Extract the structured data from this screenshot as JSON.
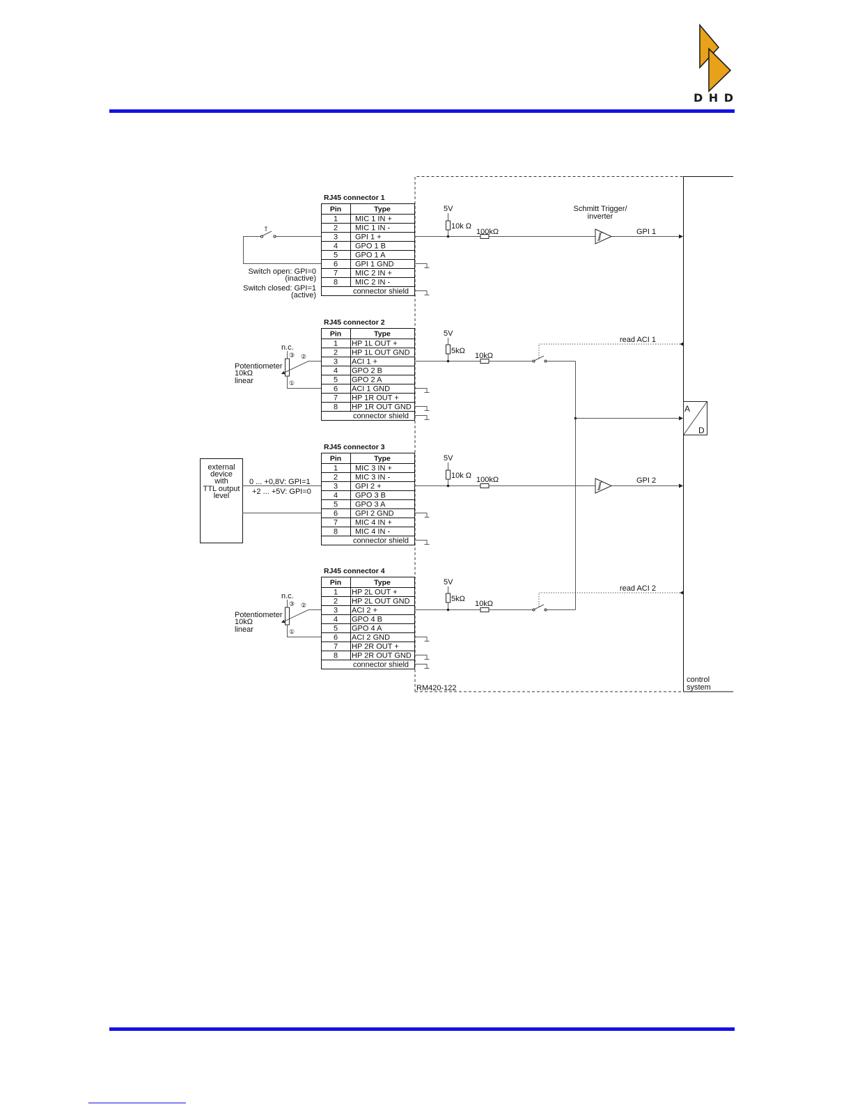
{
  "brand": {
    "logo_text": "DHD"
  },
  "colors": {
    "rule": "#1212e6",
    "logo": "#e8a21a"
  },
  "connectors": [
    {
      "title": "RJ45 connector 1",
      "header": {
        "pin": "Pin",
        "type": "Type"
      },
      "rows": [
        {
          "pin": "1",
          "type": "MIC 1 IN +"
        },
        {
          "pin": "2",
          "type": "MIC 1 IN -"
        },
        {
          "pin": "3",
          "type": "GPI 1 +"
        },
        {
          "pin": "4",
          "type": "GPO 1 B"
        },
        {
          "pin": "5",
          "type": "GPO 1 A"
        },
        {
          "pin": "6",
          "type": "GPI 1 GND"
        },
        {
          "pin": "7",
          "type": "MIC 2 IN +"
        },
        {
          "pin": "8",
          "type": "MIC 2 IN -"
        }
      ],
      "shield": "connector shield"
    },
    {
      "title": "RJ45 connector 2",
      "header": {
        "pin": "Pin",
        "type": "Type"
      },
      "rows": [
        {
          "pin": "1",
          "type": "HP 1L OUT +"
        },
        {
          "pin": "2",
          "type": "HP 1L OUT GND"
        },
        {
          "pin": "3",
          "type": "ACI 1 +"
        },
        {
          "pin": "4",
          "type": "GPO 2 B"
        },
        {
          "pin": "5",
          "type": "GPO 2 A"
        },
        {
          "pin": "6",
          "type": "ACI 1 GND"
        },
        {
          "pin": "7",
          "type": "HP 1R OUT +"
        },
        {
          "pin": "8",
          "type": "HP 1R OUT GND"
        }
      ],
      "shield": "connector shield"
    },
    {
      "title": "RJ45 connector 3",
      "header": {
        "pin": "Pin",
        "type": "Type"
      },
      "rows": [
        {
          "pin": "1",
          "type": "MIC 3 IN +"
        },
        {
          "pin": "2",
          "type": "MIC 3 IN -"
        },
        {
          "pin": "3",
          "type": "GPI 2 +"
        },
        {
          "pin": "4",
          "type": "GPO 3 B"
        },
        {
          "pin": "5",
          "type": "GPO 3 A"
        },
        {
          "pin": "6",
          "type": "GPI 2 GND"
        },
        {
          "pin": "7",
          "type": "MIC 4 IN +"
        },
        {
          "pin": "8",
          "type": "MIC 4 IN -"
        }
      ],
      "shield": "connector shield"
    },
    {
      "title": "RJ45 connector 4",
      "header": {
        "pin": "Pin",
        "type": "Type"
      },
      "rows": [
        {
          "pin": "1",
          "type": "HP 2L OUT +"
        },
        {
          "pin": "2",
          "type": "HP 2L OUT GND"
        },
        {
          "pin": "3",
          "type": "ACI 2 +"
        },
        {
          "pin": "4",
          "type": "GPO 4 B"
        },
        {
          "pin": "5",
          "type": "GPO 4 A"
        },
        {
          "pin": "6",
          "type": "ACI 2 GND"
        },
        {
          "pin": "7",
          "type": "HP 2R OUT +"
        },
        {
          "pin": "8",
          "type": "HP 2R OUT GND"
        }
      ],
      "shield": "connector shield"
    }
  ],
  "circuit": {
    "switch_note": {
      "open": "Switch open: GPI=0",
      "open_state": "(inactive)",
      "closed": "Switch closed: GPI=1",
      "closed_state": "(active)"
    },
    "gpi1": {
      "supply": "5V",
      "pullup": "10k Ω",
      "series": "100kΩ",
      "trigger": [
        "Schmitt Trigger/",
        "inverter"
      ],
      "output": "GPI 1"
    },
    "aci1": {
      "supply": "5V",
      "pullup": "5kΩ",
      "series": "10kΩ",
      "read": "read ACI 1"
    },
    "pot1": {
      "nc": "n.c.",
      "pin3": "③",
      "pin2": "②",
      "pin1": "①",
      "label": [
        "Potentiometer",
        "10kΩ",
        "linear"
      ]
    },
    "adc": {
      "input": "A",
      "output": "D"
    },
    "external_device": {
      "label": [
        "external",
        "device",
        "with",
        "TTL output",
        "level"
      ],
      "low_level": "0 ... +0,8V: GPI=1",
      "high_level": "+2 ... +5V: GPI=0"
    },
    "gpi2": {
      "supply": "5V",
      "pullup": "10k Ω",
      "series": "100kΩ",
      "output": "GPI 2"
    },
    "aci2": {
      "supply": "5V",
      "pullup": "5kΩ",
      "series": "10kΩ",
      "read": "read ACI 2"
    },
    "pot2": {
      "nc": "n.c.",
      "pin3": "③",
      "pin2": "②",
      "pin1": "①",
      "label": [
        "Potentiometer",
        "10kΩ",
        "linear"
      ]
    },
    "module": "RM420-122",
    "control_system": [
      "control",
      "system"
    ]
  }
}
